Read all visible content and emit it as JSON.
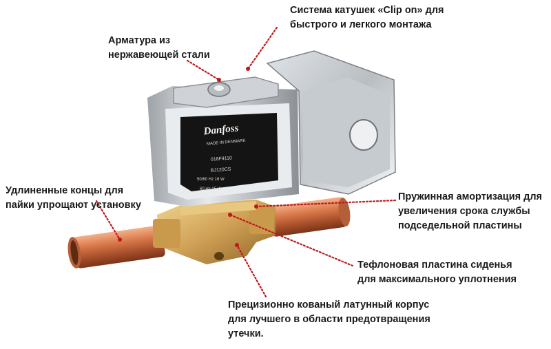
{
  "callouts": {
    "clip_on": {
      "line1": "Система катушек «Clip on» для",
      "line2": "быстрого и легкого монтажа"
    },
    "armature": {
      "line1": "Арматура из",
      "line2": "нержавеющей стали"
    },
    "extended_ends": {
      "line1": "Удлиненные концы для",
      "line2": "пайки упрощают установку"
    },
    "spring": {
      "line1": "Пружинная амортизация для",
      "line2": "увеличения срока службы",
      "line3": "подседельной пластины"
    },
    "teflon": {
      "line1": "Тефлоновая пластина сиденья",
      "line2": "для максимального уплотнения"
    },
    "brass": {
      "line1": "Прецизионно кованый латунный корпус",
      "line2": "для лучшего в области предотвращения",
      "line3": "утечки."
    }
  },
  "coil_label": {
    "brand": "Danfoss",
    "made_in": "MADE IN DENMARK",
    "code": "018F4110",
    "type": "BJ120CS",
    "row1": "50/60 Hz  16 W",
    "row2": "60 Hz  15 W"
  },
  "colors": {
    "leader": "#c0171b",
    "text": "#1a1a1a"
  }
}
